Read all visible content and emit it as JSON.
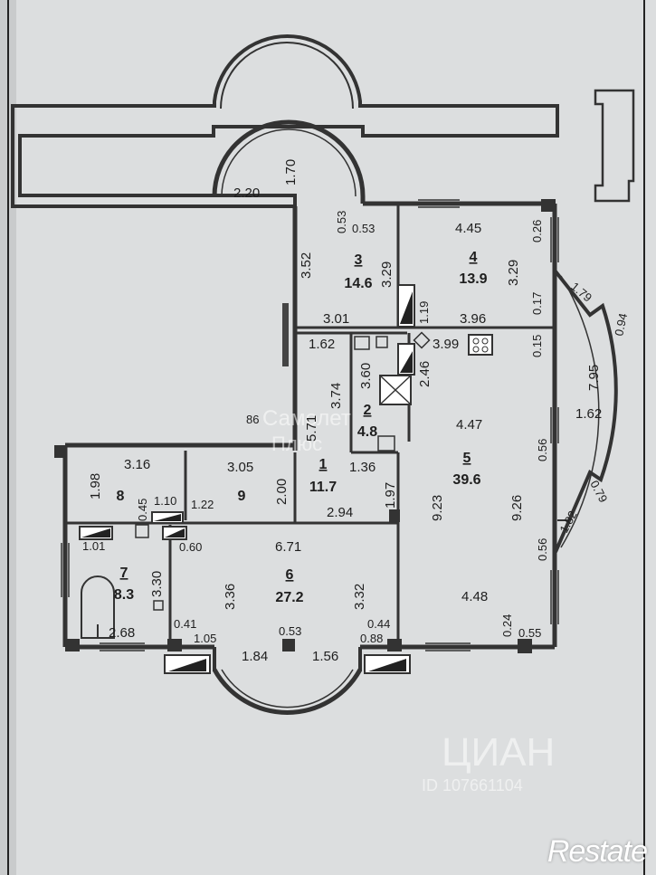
{
  "rooms": [
    {
      "id": "r1",
      "number": "1",
      "area": "11.7"
    },
    {
      "id": "r2",
      "number": "2",
      "area": "4.8"
    },
    {
      "id": "r3",
      "number": "3",
      "area": "14.6"
    },
    {
      "id": "r4",
      "number": "4",
      "area": "13.9"
    },
    {
      "id": "r5",
      "number": "5",
      "area": "39.6"
    },
    {
      "id": "r6",
      "number": "6",
      "area": "27.2"
    },
    {
      "id": "r7",
      "number": "7",
      "area": "8.3"
    },
    {
      "id": "r8",
      "number": "8",
      "area": ""
    },
    {
      "id": "r9",
      "number": "9",
      "area": ""
    }
  ],
  "dimensions": {
    "d220": "2.20",
    "d170": "1.70",
    "d053a": "0.53",
    "d053b": "0.53",
    "d445": "4.45",
    "d026": "0.26",
    "d352": "3.52",
    "d329a": "3.29",
    "d329b": "3.29",
    "d179": "1.79",
    "d094": "0.94",
    "d119": "1.19",
    "d017": "0.17",
    "d301": "3.01",
    "d396": "3.96",
    "d162a": "1.62",
    "d399": "3.99",
    "d015": "0.15",
    "d795": "7.95",
    "d162b": "1.62",
    "d374": "3.74",
    "d360": "3.60",
    "d246": "2.46",
    "d447": "4.47",
    "d86": "86",
    "d571": "5.71",
    "d316": "3.16",
    "d305": "3.05",
    "d136": "1.36",
    "d056a": "0.56",
    "d079": "0.79",
    "d198": "1.98",
    "d200": "2.00",
    "d197": "1.97",
    "d923": "9.23",
    "d926": "9.26",
    "d045": "0.45",
    "d110": "1.10",
    "d122": "1.22",
    "d294": "2.94",
    "d182": "1.82",
    "d101": "1.01",
    "d060": "0.60",
    "d671": "6.71",
    "d056b": "0.56",
    "d330": "3.30",
    "d336": "3.36",
    "d332": "3.32",
    "d448": "4.48",
    "d268": "2.68",
    "d041": "0.41",
    "d053c": "0.53",
    "d044": "0.44",
    "d024": "0.24",
    "d055": "0.55",
    "d105": "1.05",
    "d088": "0.88",
    "d184": "1.84",
    "d156": "1.56"
  },
  "watermarks": {
    "center_top": "Самолет",
    "center_bottom": "Плюс",
    "cian_brand": "ЦИАН",
    "cian_id": "ID 107661104"
  },
  "logo": {
    "text": "Restate"
  }
}
